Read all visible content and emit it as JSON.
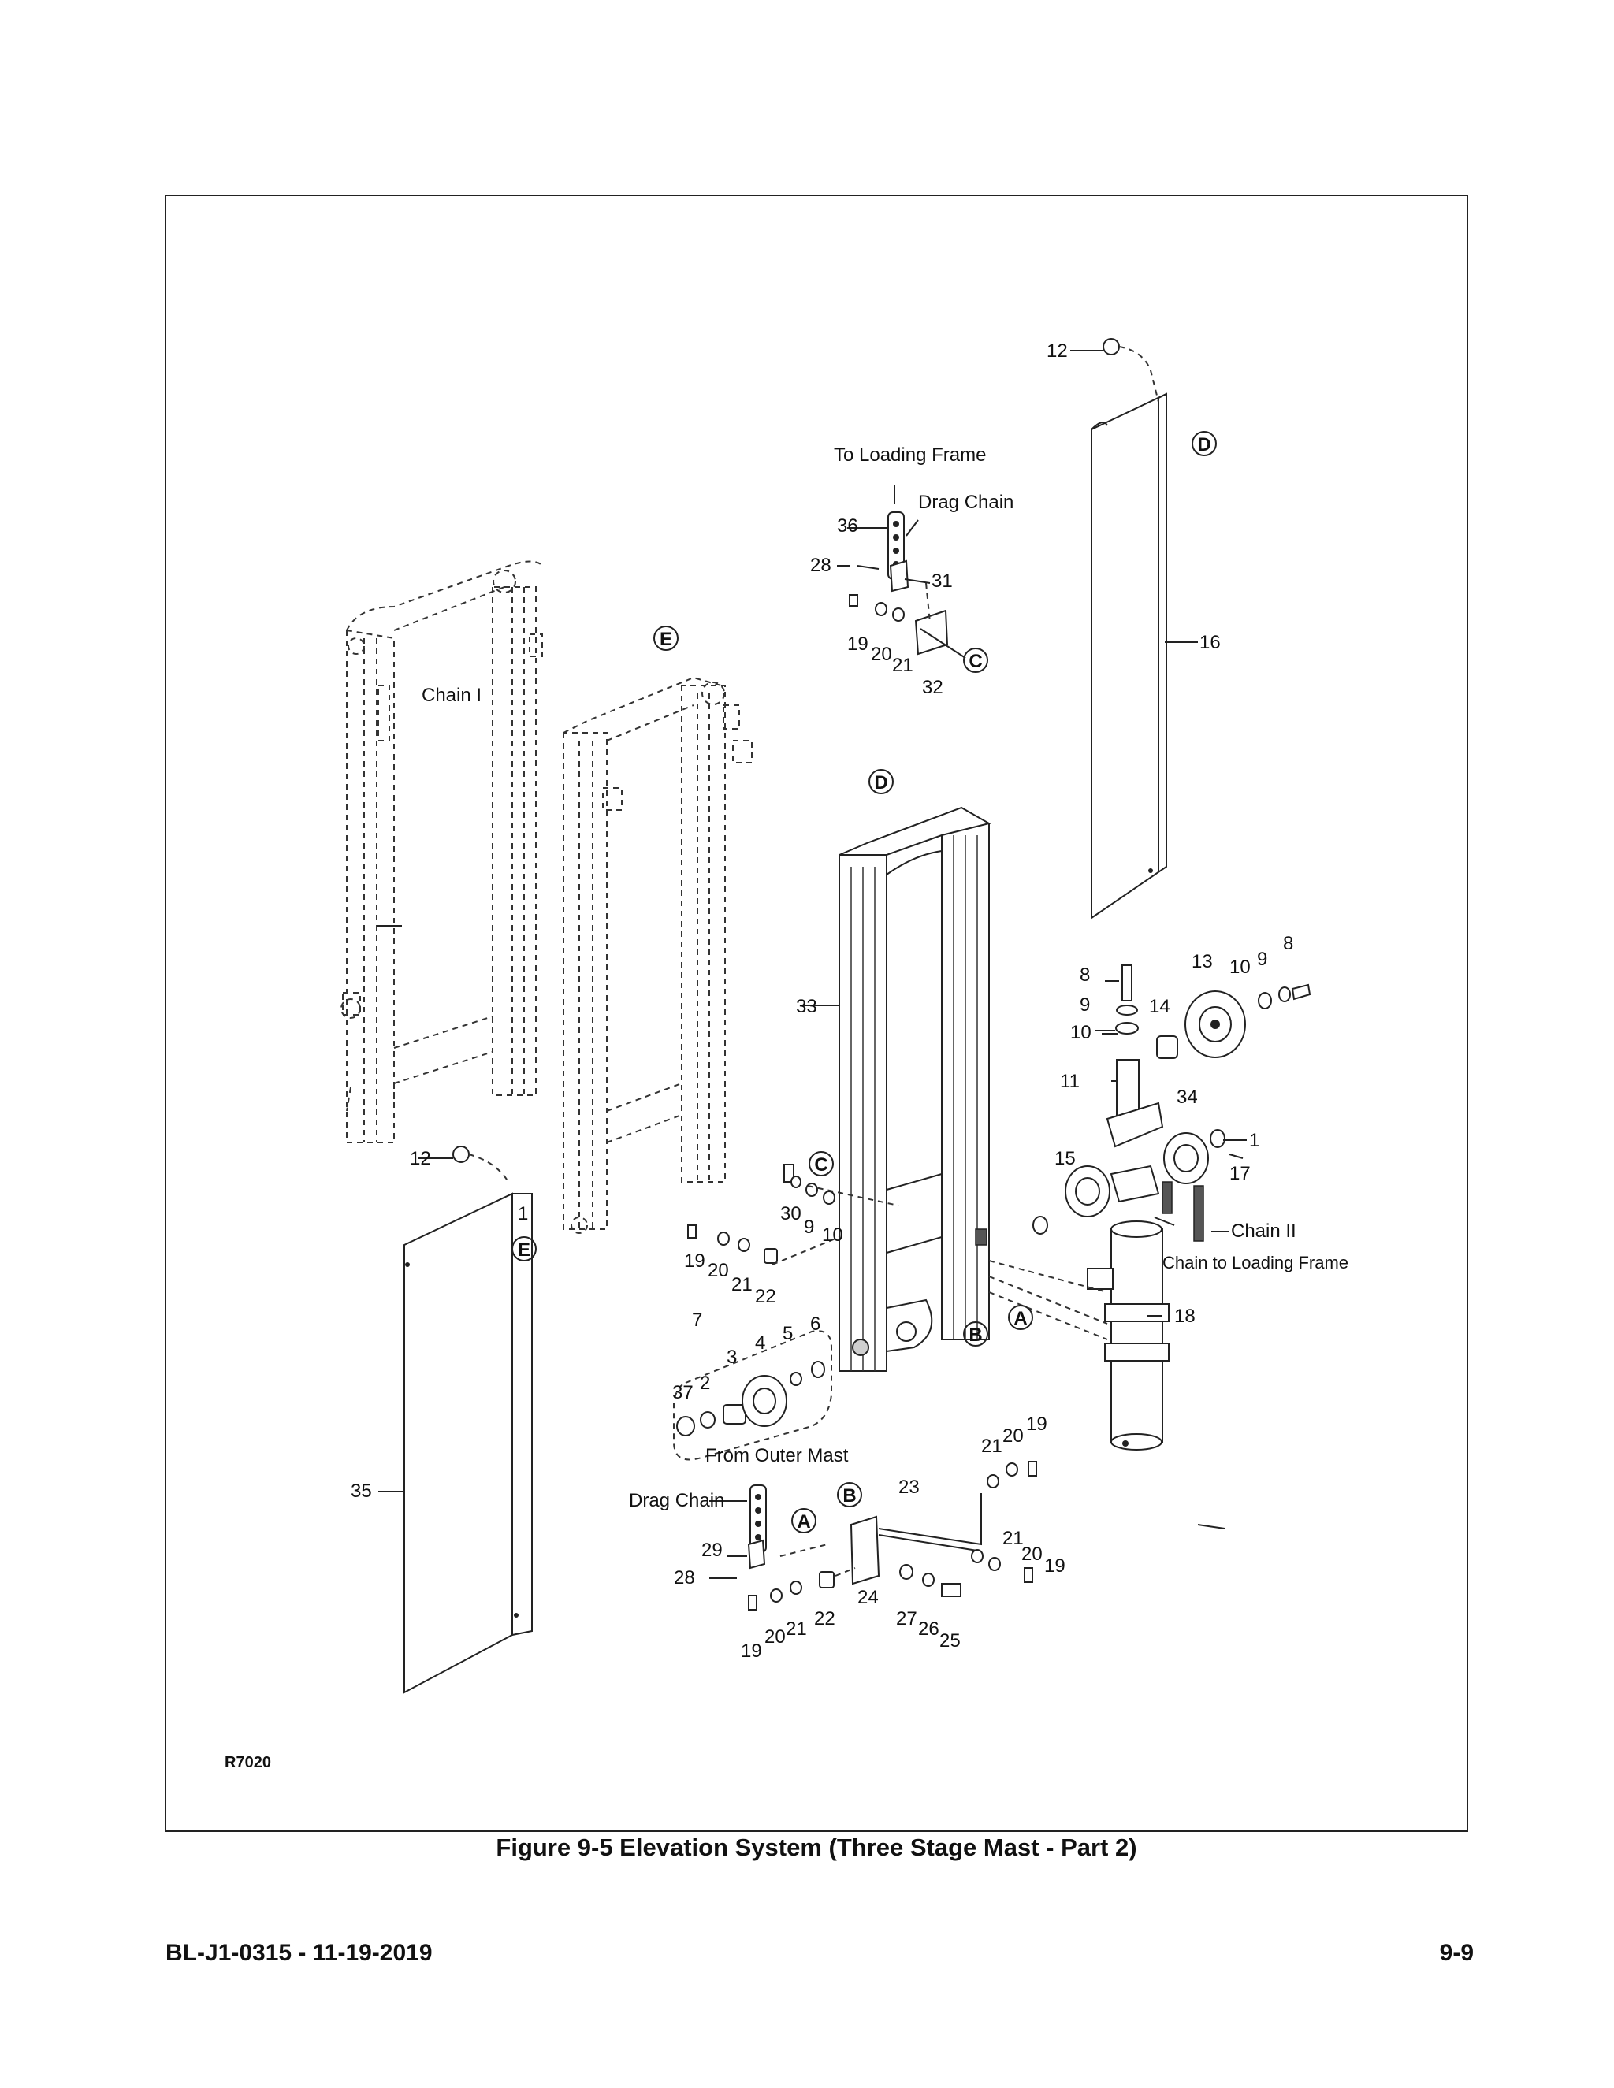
{
  "figure": {
    "caption": "Figure 9-5 Elevation System (Three Stage Mast - Part 2)",
    "frame_code": "R7020"
  },
  "footer": {
    "document_id": "BL-J1-0315 - 11-19-2019",
    "page_number": "9-9"
  },
  "annotations": {
    "to_loading_frame": "To Loading Frame",
    "drag_chain_top": "Drag Chain",
    "drag_chain_bottom": "Drag Chain",
    "chain_1": "Chain I",
    "chain_2": "Chain II",
    "chain_to_loading_frame": "Chain to Loading Frame",
    "from_outer_mast": "From Outer Mast"
  },
  "callouts": [
    {
      "id": "D",
      "label": "D"
    },
    {
      "id": "E",
      "label": "E"
    },
    {
      "id": "C",
      "label": "C"
    },
    {
      "id": "B",
      "label": "B"
    },
    {
      "id": "A",
      "label": "A"
    }
  ],
  "part_numbers": {
    "p1": "1",
    "p2": "2",
    "p3": "3",
    "p4": "4",
    "p5": "5",
    "p6": "6",
    "p7": "7",
    "p8": "8",
    "p9": "9",
    "p10": "10",
    "p11": "11",
    "p12": "12",
    "p13": "13",
    "p14": "14",
    "p15": "15",
    "p16": "16",
    "p17": "17",
    "p18": "18",
    "p19": "19",
    "p20": "20",
    "p21": "21",
    "p22": "22",
    "p23": "23",
    "p24": "24",
    "p25": "25",
    "p26": "26",
    "p27": "27",
    "p28": "28",
    "p29": "29",
    "p30": "30",
    "p31": "31",
    "p32": "32",
    "p33": "33",
    "p34": "34",
    "p35": "35",
    "p36": "36",
    "p37": "37"
  }
}
